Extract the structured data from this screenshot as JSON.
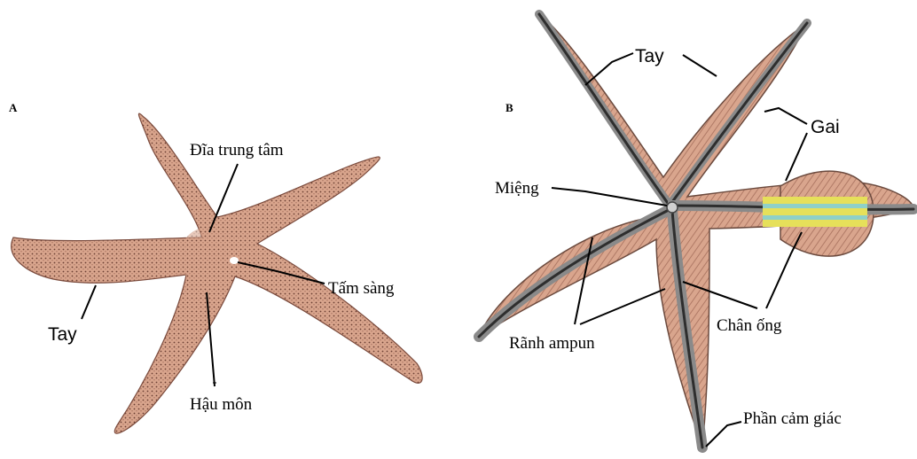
{
  "figure": {
    "panels": [
      {
        "letter": "A",
        "labels": {
          "central_disc": "Đĩa trung tâm",
          "madreporite": "Tấm sàng",
          "arm": "Tay",
          "anus": "Hậu môn"
        }
      },
      {
        "letter": "B",
        "labels": {
          "arm": "Tay",
          "spines": "Gai",
          "mouth": "Miệng",
          "ampulla_groove": "Rãnh ampun",
          "tube_feet": "Chân ống",
          "sensory_part": "Phần cảm giác"
        }
      }
    ]
  },
  "colors": {
    "body": "#d9a58d",
    "body_dark": "#b07a66",
    "groove": "#8a8a8a",
    "groove_dark": "#3a3a3a",
    "stripe_yellow": "#e6e05a",
    "stripe_teal": "#8fd0c8"
  }
}
